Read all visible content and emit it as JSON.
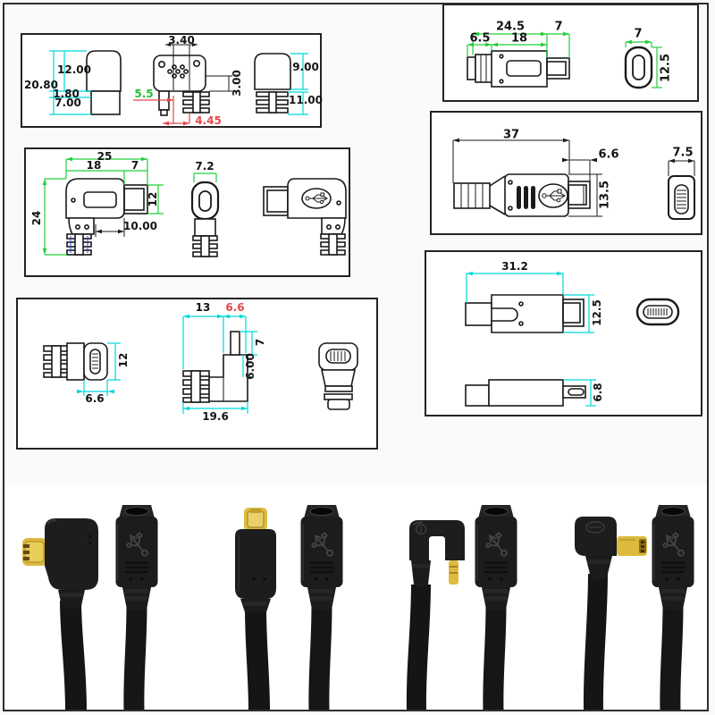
{
  "title": "USB Type-C adapter cable dimension drawings",
  "colors": {
    "dim_cyan": "#00d8d8",
    "dim_green": "#21cf3a",
    "dim_red": "#e8474b",
    "line_black": "#1a1a1a",
    "connector_gold": "#dfbc43",
    "connector_black": "#1d1d1d"
  },
  "dims": {
    "box1": {
      "pin_pitch": "3.40",
      "upper_height": "12.00",
      "total_height": "20.80",
      "step_height": "1.80",
      "lower_height": "7.00",
      "pin_offset_a": "5.5",
      "pin_offset_b": "4.45",
      "notch_depth": "3.00",
      "cap_height": "9.00",
      "shell_height": "11.00"
    },
    "box2": {
      "total_length": "24.5",
      "plug_length": "7",
      "relief_length": "6.5",
      "body_length": "18",
      "face_width": "7",
      "face_height": "12.5"
    },
    "box3": {
      "total_length": "37",
      "plug_length": "6.6",
      "body_height": "13.5",
      "face_width": "7.5"
    },
    "box4": {
      "total_width": "25",
      "body_width": "18",
      "plug_width": "7",
      "total_height": "24",
      "plug_height": "12",
      "foot_offset": "10.00",
      "face_width": "7.2"
    },
    "box5": {
      "face_height": "12",
      "face_width": "6.6",
      "body_length": "13",
      "pin_offset": "6.6",
      "pin_height": "7",
      "pin_drop": "6.00",
      "total_length": "19.6"
    },
    "box6": {
      "total_length": "31.2",
      "body_width": "12.5",
      "body_thickness": "6.8"
    }
  }
}
